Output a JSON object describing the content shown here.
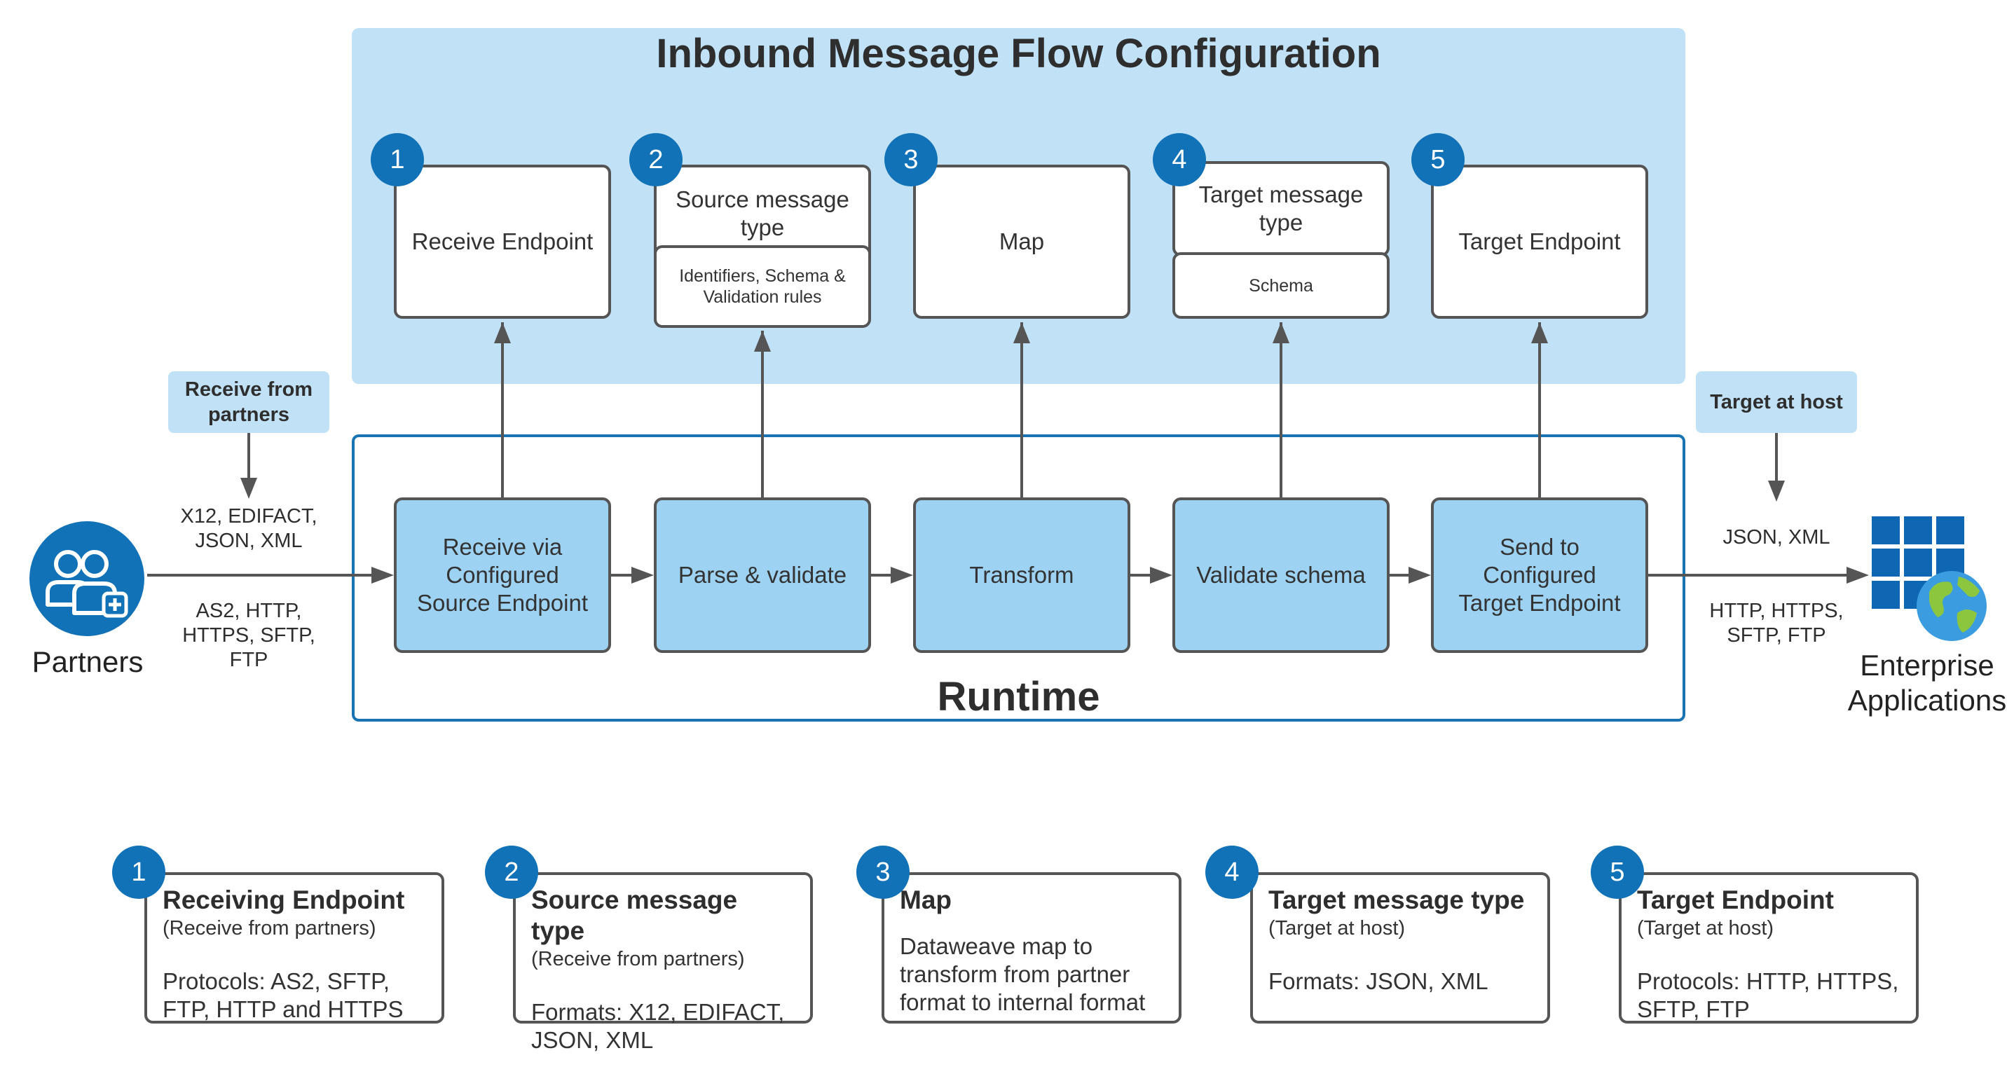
{
  "config": {
    "title": "Inbound Message Flow Configuration",
    "steps": [
      {
        "num": "1",
        "label": "Receive Endpoint"
      },
      {
        "num": "2",
        "label": "Source message type",
        "sub": "Identifiers, Schema & Validation rules"
      },
      {
        "num": "3",
        "label": "Map"
      },
      {
        "num": "4",
        "label": "Target message type",
        "sub": "Schema"
      },
      {
        "num": "5",
        "label": "Target Endpoint"
      }
    ]
  },
  "runtime": {
    "title": "Runtime",
    "steps": [
      "Receive via Configured Source Endpoint",
      "Parse & validate",
      "Transform",
      "Validate schema",
      "Send to Configured Target Endpoint"
    ]
  },
  "left": {
    "label_box": "Receive from partners",
    "formats": "X12, EDIFACT, JSON, XML",
    "protocols": "AS2, HTTP, HTTPS, SFTP, FTP",
    "actor": "Partners",
    "icon": "partners-icon"
  },
  "right": {
    "label_box": "Target at host",
    "formats": "JSON, XML",
    "protocols": "HTTP, HTTPS, SFTP, FTP",
    "actor": "Enterprise Applications",
    "icon": "enterprise-applications-icon"
  },
  "cards": [
    {
      "num": "1",
      "title": "Receiving Endpoint",
      "sub": "(Receive from partners)",
      "body": "Protocols: AS2, SFTP, FTP, HTTP and HTTPS"
    },
    {
      "num": "2",
      "title": "Source message type",
      "sub": "(Receive from partners)",
      "body": "Formats: X12, EDIFACT, JSON, XML"
    },
    {
      "num": "3",
      "title": "Map",
      "sub": "",
      "body": "Dataweave map to transform from partner format to internal format"
    },
    {
      "num": "4",
      "title": "Target message type",
      "sub": "(Target at host)",
      "body": "Formats:  JSON, XML"
    },
    {
      "num": "5",
      "title": "Target Endpoint",
      "sub": "(Target at host)",
      "body": "Protocols:  HTTP, HTTPS, SFTP, FTP"
    }
  ],
  "colors": {
    "config_bg": "#c1e2f6",
    "runtime_box": "#9dd2f2",
    "badge": "#1172b7",
    "runtime_border": "#1a74b4"
  }
}
